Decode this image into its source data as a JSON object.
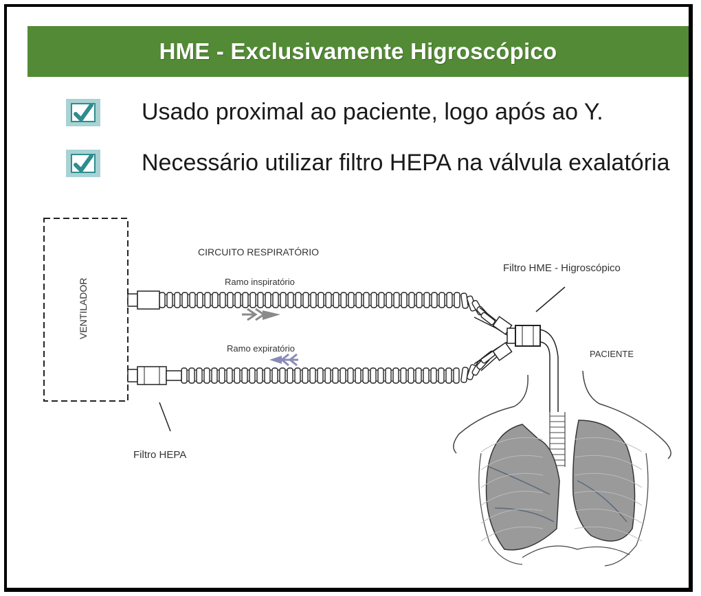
{
  "header": {
    "title": "HME - Exclusivamente Higroscópico"
  },
  "bullets": [
    {
      "icon": "checkbox-checked-icon",
      "text": "Usado proximal ao paciente, logo após ao Y."
    },
    {
      "icon": "checkbox-checked-icon",
      "text": "Necessário utilizar filtro HEPA na válvula exalatória"
    }
  ],
  "diagram": {
    "ventilator_label": "VENTILADOR",
    "circuit_label": "CIRCUITO RESPIRATÓRIO",
    "inspiratory_label": "Ramo inspiratório",
    "expiratory_label": "Ramo expiratório",
    "hme_filter_label": "Filtro HME - Higroscópico",
    "hepa_filter_label": "Filtro HEPA",
    "patient_label": "PACIENTE"
  },
  "colors": {
    "header_bg": "#538a36",
    "check_bg": "#a9d2d4",
    "check_mark": "#2f8c8f",
    "lung_fill": "#9a9a9a"
  }
}
